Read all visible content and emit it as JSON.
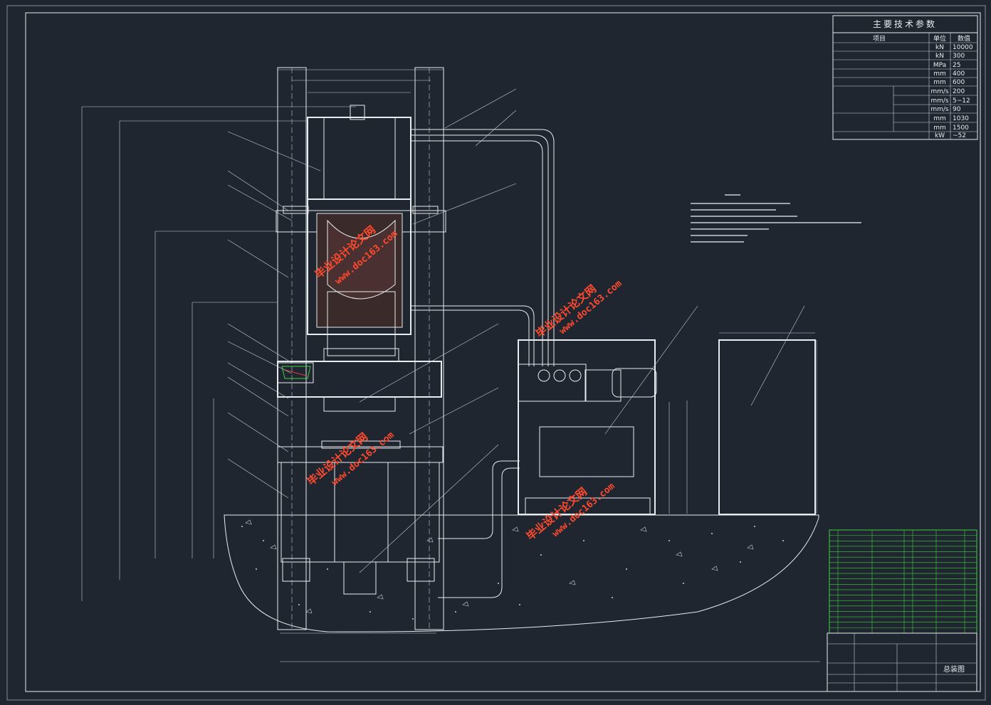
{
  "param_table": {
    "title": "主要技术参数",
    "header": [
      "项目",
      "单位",
      "数值"
    ],
    "rows": [
      {
        "unit": "kN",
        "value": "10000"
      },
      {
        "unit": "kN",
        "value": "300"
      },
      {
        "unit": "MPa",
        "value": "25"
      },
      {
        "unit": "mm",
        "value": "400"
      },
      {
        "unit": "mm",
        "value": "600"
      },
      {
        "unit": "mm/s",
        "value": "200"
      },
      {
        "unit": "mm/s",
        "value": "5~12"
      },
      {
        "unit": "mm/s",
        "value": "90"
      },
      {
        "unit": "mm",
        "value": "1030"
      },
      {
        "unit": "mm",
        "value": "1500"
      },
      {
        "unit": "kW",
        "value": "~52"
      }
    ]
  },
  "title_block": {
    "drawing_title": "总装图"
  },
  "watermarks": {
    "cn": "毕业设计论文网",
    "url": "www.doc163.com"
  },
  "colors": {
    "background": "#1f2630",
    "lines": "#e8ecf0",
    "watermark": "#ff4a2e",
    "bom_border": "#3ecf3e",
    "hatch_accent": "#e03a3a"
  }
}
